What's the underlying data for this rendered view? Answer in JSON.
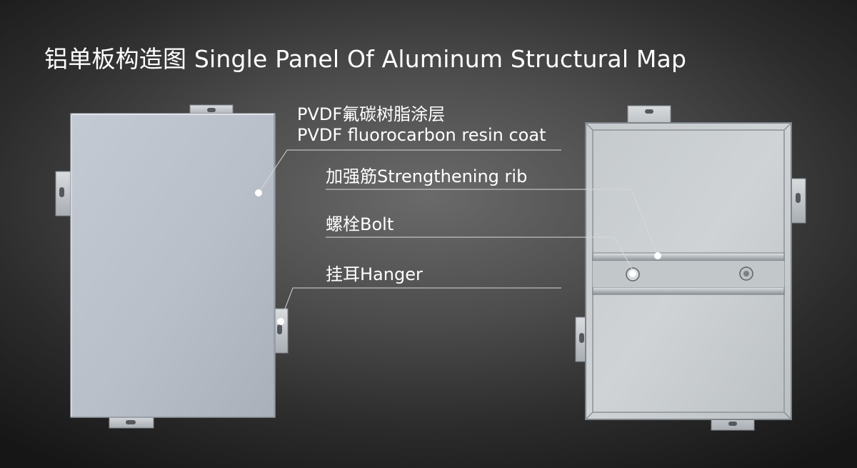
{
  "title": "铝单板构造图  Single Panel Of Aluminum Structural Map",
  "callouts": {
    "coating_cn": "PVDF氟碳树脂涂层",
    "coating_en": "PVDF fluorocarbon resin coat",
    "rib": "加强筋Strengthening rib",
    "bolt": "螺栓Bolt",
    "hanger": "挂耳Hanger"
  },
  "colors": {
    "text": "#ffffff",
    "leader_line": "#d8d8d8",
    "panel_face": "#bcc2cc",
    "panel_back": "#c7ccd0",
    "metal_edge": "#8e949a"
  }
}
